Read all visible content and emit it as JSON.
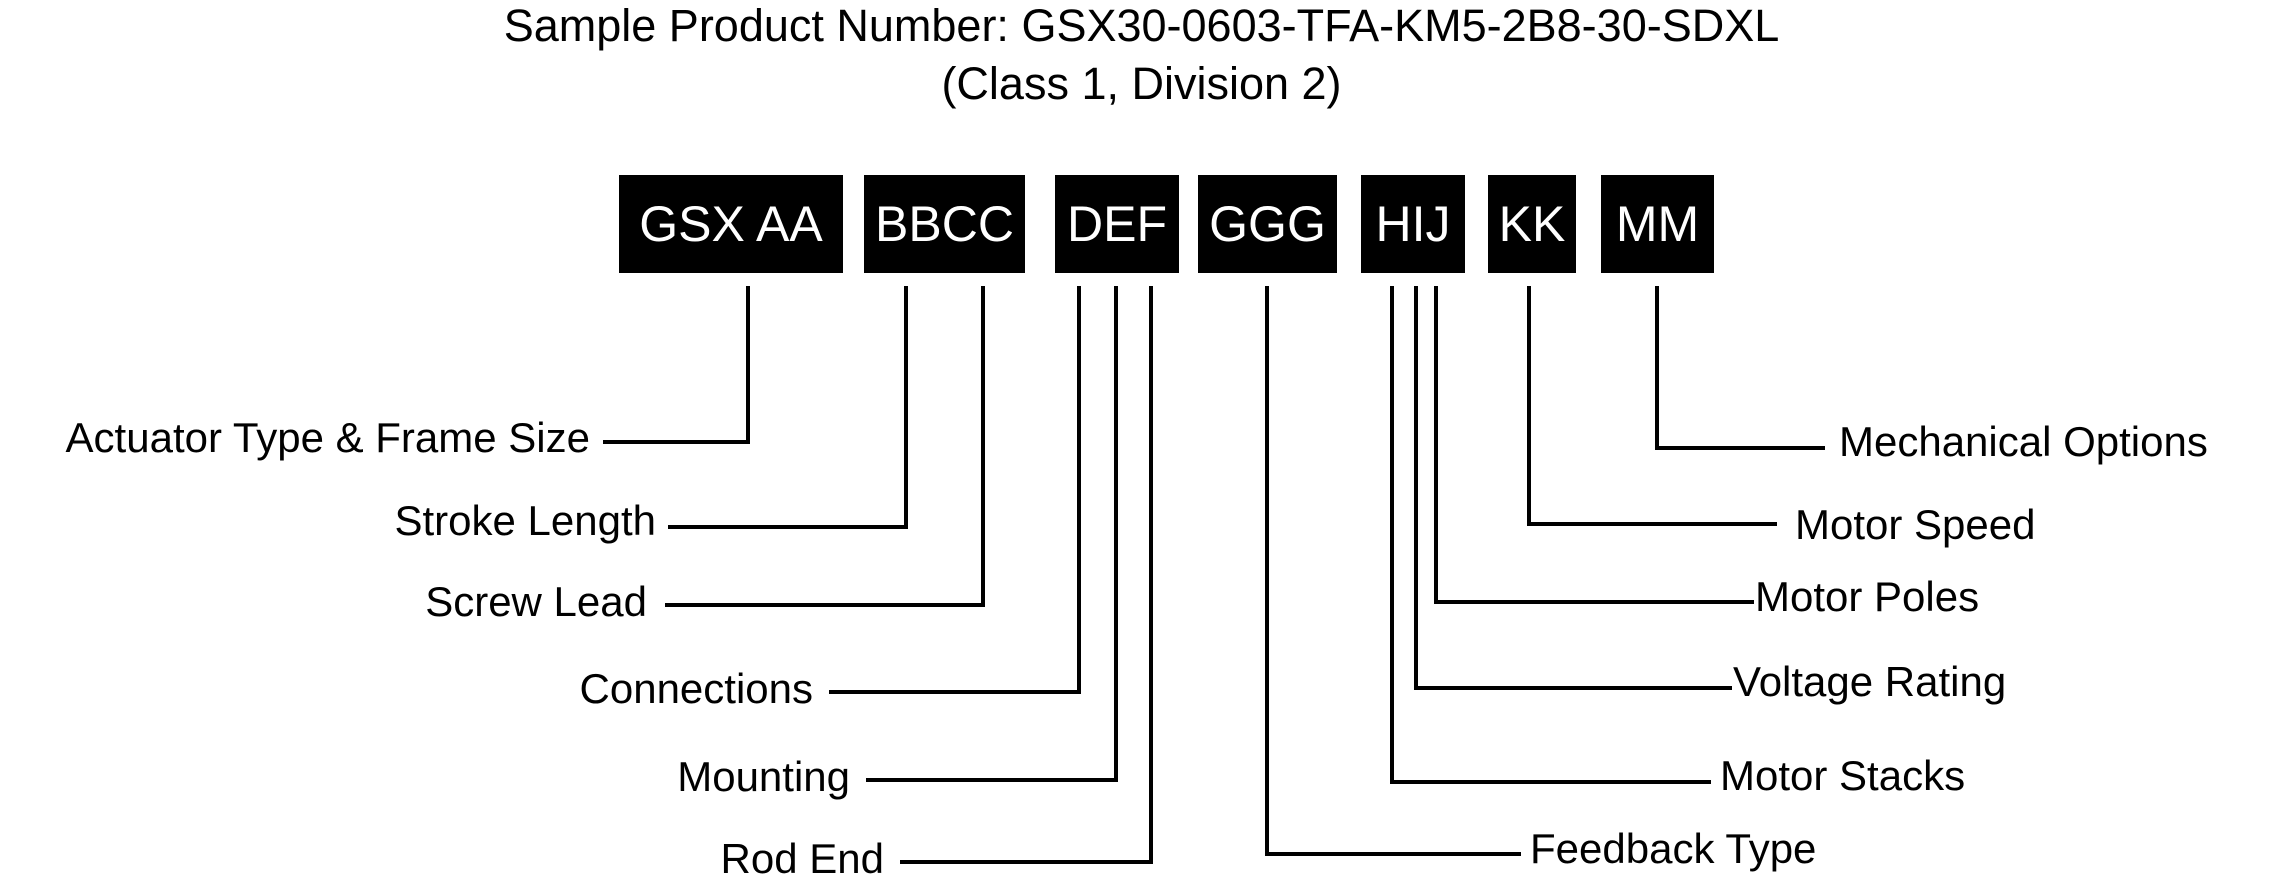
{
  "title": {
    "line1": "Sample Product Number: GSX30-0603-TFA-KM5-2B8-30-SDXL",
    "line2": "(Class 1, Division 2)"
  },
  "code_segments": [
    {
      "id": "gsx-aa",
      "label": "GSX AA"
    },
    {
      "id": "bbcc",
      "label": "BBCC"
    },
    {
      "id": "def",
      "label": "DEF"
    },
    {
      "id": "ggg",
      "label": "GGG"
    },
    {
      "id": "hij",
      "label": "HIJ"
    },
    {
      "id": "kk",
      "label": "KK"
    },
    {
      "id": "mm",
      "label": "MM"
    }
  ],
  "left_labels": [
    "Actuator Type & Frame Size",
    "Stroke Length",
    "Screw Lead",
    "Connections",
    "Mounting",
    "Rod End"
  ],
  "right_labels": [
    "Mechanical Options",
    "Motor Speed",
    "Motor Poles",
    "Voltage Rating",
    "Motor Stacks",
    "Feedback Type"
  ],
  "colors": {
    "box_fill": "#000000",
    "box_text": "#ffffff",
    "line": "#000000",
    "background": "#ffffff"
  }
}
